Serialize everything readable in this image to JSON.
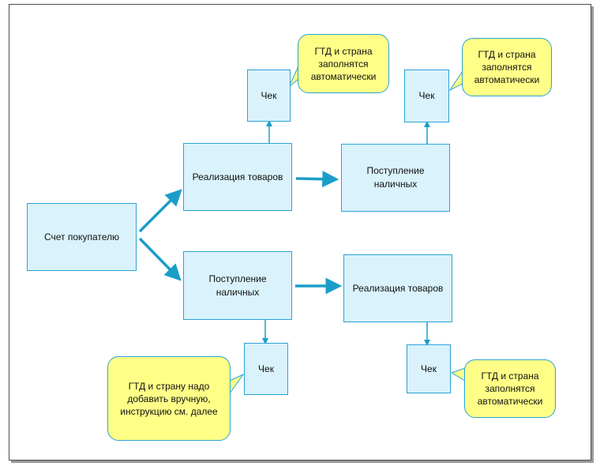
{
  "nodes": {
    "invoice": "Счет покупателю",
    "sale_top": "Реализация товаров",
    "cash_top": "Поступление наличных",
    "check_top_left": "Чек",
    "check_top_right": "Чек",
    "cash_bottom": "Поступление наличных",
    "sale_bottom": "Реализация товаров",
    "check_bottom_left": "Чек",
    "check_bottom_right": "Чек"
  },
  "notes": {
    "note_top_left": "ГТД и страна заполнятся автоматически",
    "note_top_right": "ГТД и страна заполнятся автоматически",
    "note_bottom_left": "ГТД и страну надо добавить вручную, инструкцию см. далее",
    "note_bottom_right": "ГТД и страна заполнятся автоматически"
  },
  "colors": {
    "box_fill": "#d9f2fc",
    "box_border": "#2aa3d6",
    "note_fill": "#ffff88",
    "arrow": "#1a9ec9"
  }
}
